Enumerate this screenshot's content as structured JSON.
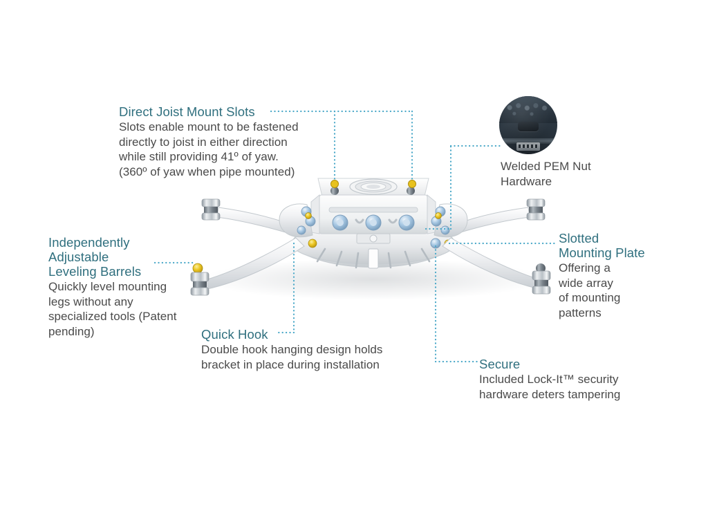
{
  "page": {
    "background": "#ffffff",
    "heading_color": "#2f6f7e",
    "body_color": "#4a4a4a",
    "leader_color": "#4aa8c8",
    "accent_yellow": "#e8c21f",
    "accent_blue_bolt": "#9fc4e0"
  },
  "callouts": {
    "joist": {
      "heading": "Direct Joist Mount Slots",
      "body": "Slots enable mount to be fastened\ndirectly to joist in either direction\nwhile still providing 41º of yaw.\n(360º of yaw when pipe mounted)"
    },
    "barrels": {
      "heading": "Independently\nAdjustable\nLeveling Barrels",
      "body": "Quickly level mounting\nlegs without any\nspecialized tools (Patent\npending)"
    },
    "quickhook": {
      "heading": "Quick Hook",
      "body": "Double hook hanging design holds\nbracket in place during installation"
    },
    "pem": {
      "heading": "",
      "body": "Welded PEM Nut\nHardware"
    },
    "slotted": {
      "heading": "Slotted\nMounting Plate",
      "body": "Offering a\nwide array\nof mounting\npatterns"
    },
    "secure": {
      "heading": "Secure",
      "body": "Included Lock-It™ security\nhardware deters tampering"
    }
  },
  "product": {
    "name": "universal-projector-ceiling-mount",
    "description": "White spider-style projector ceiling mount with four curved adjustable legs, yellow-capped leveling barrels, chrome barrel feet, slotted mounting plate and blue security bolts"
  },
  "inset_photo": {
    "name": "welded-pem-nut-detail",
    "description": "Dark circular close-up photo of welded PEM nut hardware"
  }
}
